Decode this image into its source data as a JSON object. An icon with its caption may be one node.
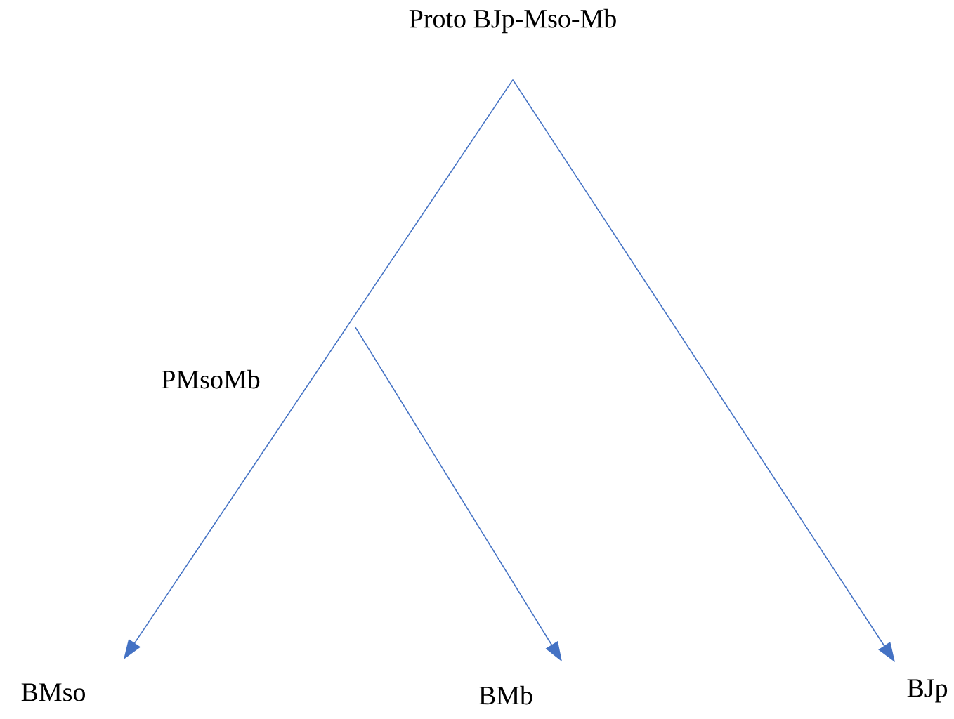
{
  "diagram": {
    "nodes": [
      {
        "text": [
          "Proto BJp-Mso-Mb"
        ]
      },
      {
        "text": [
          "PMsoMb"
        ]
      },
      {
        "text": [
          "BMso"
        ]
      },
      {
        "text": [
          "BMb"
        ]
      },
      {
        "text": [
          "BJp"
        ]
      }
    ],
    "edges": [
      {
        "from": 0,
        "to": 2,
        "arrow": "to"
      },
      {
        "from": 0,
        "to": 4,
        "arrow": "to"
      },
      {
        "from": 1,
        "to": 3,
        "arrow": "to"
      }
    ]
  }
}
